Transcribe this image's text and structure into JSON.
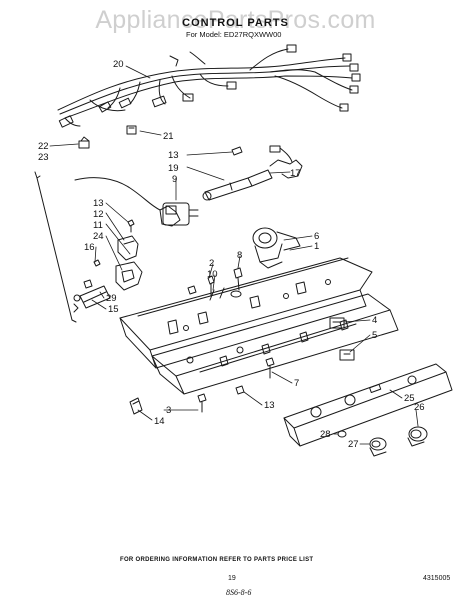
{
  "page": {
    "watermark": "AppliancePartsPros.com",
    "title": "CONTROL PARTS",
    "model_line": "For Model: ED27RQXWW00",
    "footer_note": "FOR ORDERING INFORMATION REFER TO PARTS PRICE LIST",
    "page_number": "19",
    "document_number": "4315005",
    "handwritten_date": "8S6-8-6"
  },
  "callouts": [
    "20",
    "21",
    "22",
    "23",
    "13",
    "19",
    "17",
    "9",
    "13",
    "12",
    "11",
    "24",
    "16",
    "29",
    "15",
    "2",
    "10",
    "8",
    "6",
    "1",
    "4",
    "5",
    "7",
    "3",
    "14",
    "13",
    "25",
    "26",
    "28",
    "27"
  ],
  "colors": {
    "line": "#1a1a1a",
    "watermark": "#cfcfcf"
  }
}
